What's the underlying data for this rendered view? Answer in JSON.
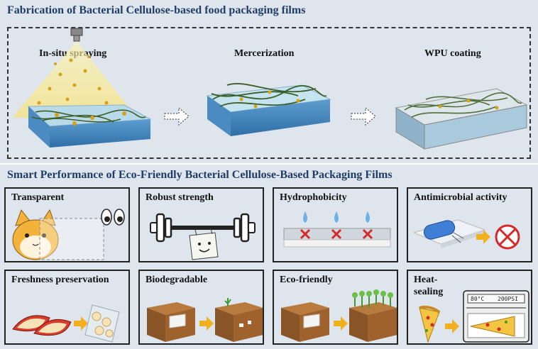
{
  "section1": {
    "title": "Fabrication of Bacterial Cellulose-based food packaging films",
    "steps": [
      "In-situ spraying",
      "Mercerization",
      "WPU coating"
    ]
  },
  "section2": {
    "title": "Smart Performance of Eco-Friendly Bacterial Cellulose-Based Packaging Films",
    "panels": [
      {
        "label": "Transparent"
      },
      {
        "label": "Robust strength"
      },
      {
        "label": "Hydrophobicity"
      },
      {
        "label": "Antimicrobial activity"
      },
      {
        "label": "Freshness preservation"
      },
      {
        "label": "Biodegradable"
      },
      {
        "label": "Eco-friendly"
      },
      {
        "label": "Heat-",
        "label2": "sealing"
      }
    ]
  },
  "oven_display": {
    "temperature": "80°C",
    "pressure": "200PSI"
  },
  "colors": {
    "title": "#1f3d66",
    "background": "#dfe5ec",
    "film": "#7fb3d8",
    "fiber": "#3b5e2b",
    "arrow": "#f2b01e",
    "soil": "#a0622d"
  }
}
